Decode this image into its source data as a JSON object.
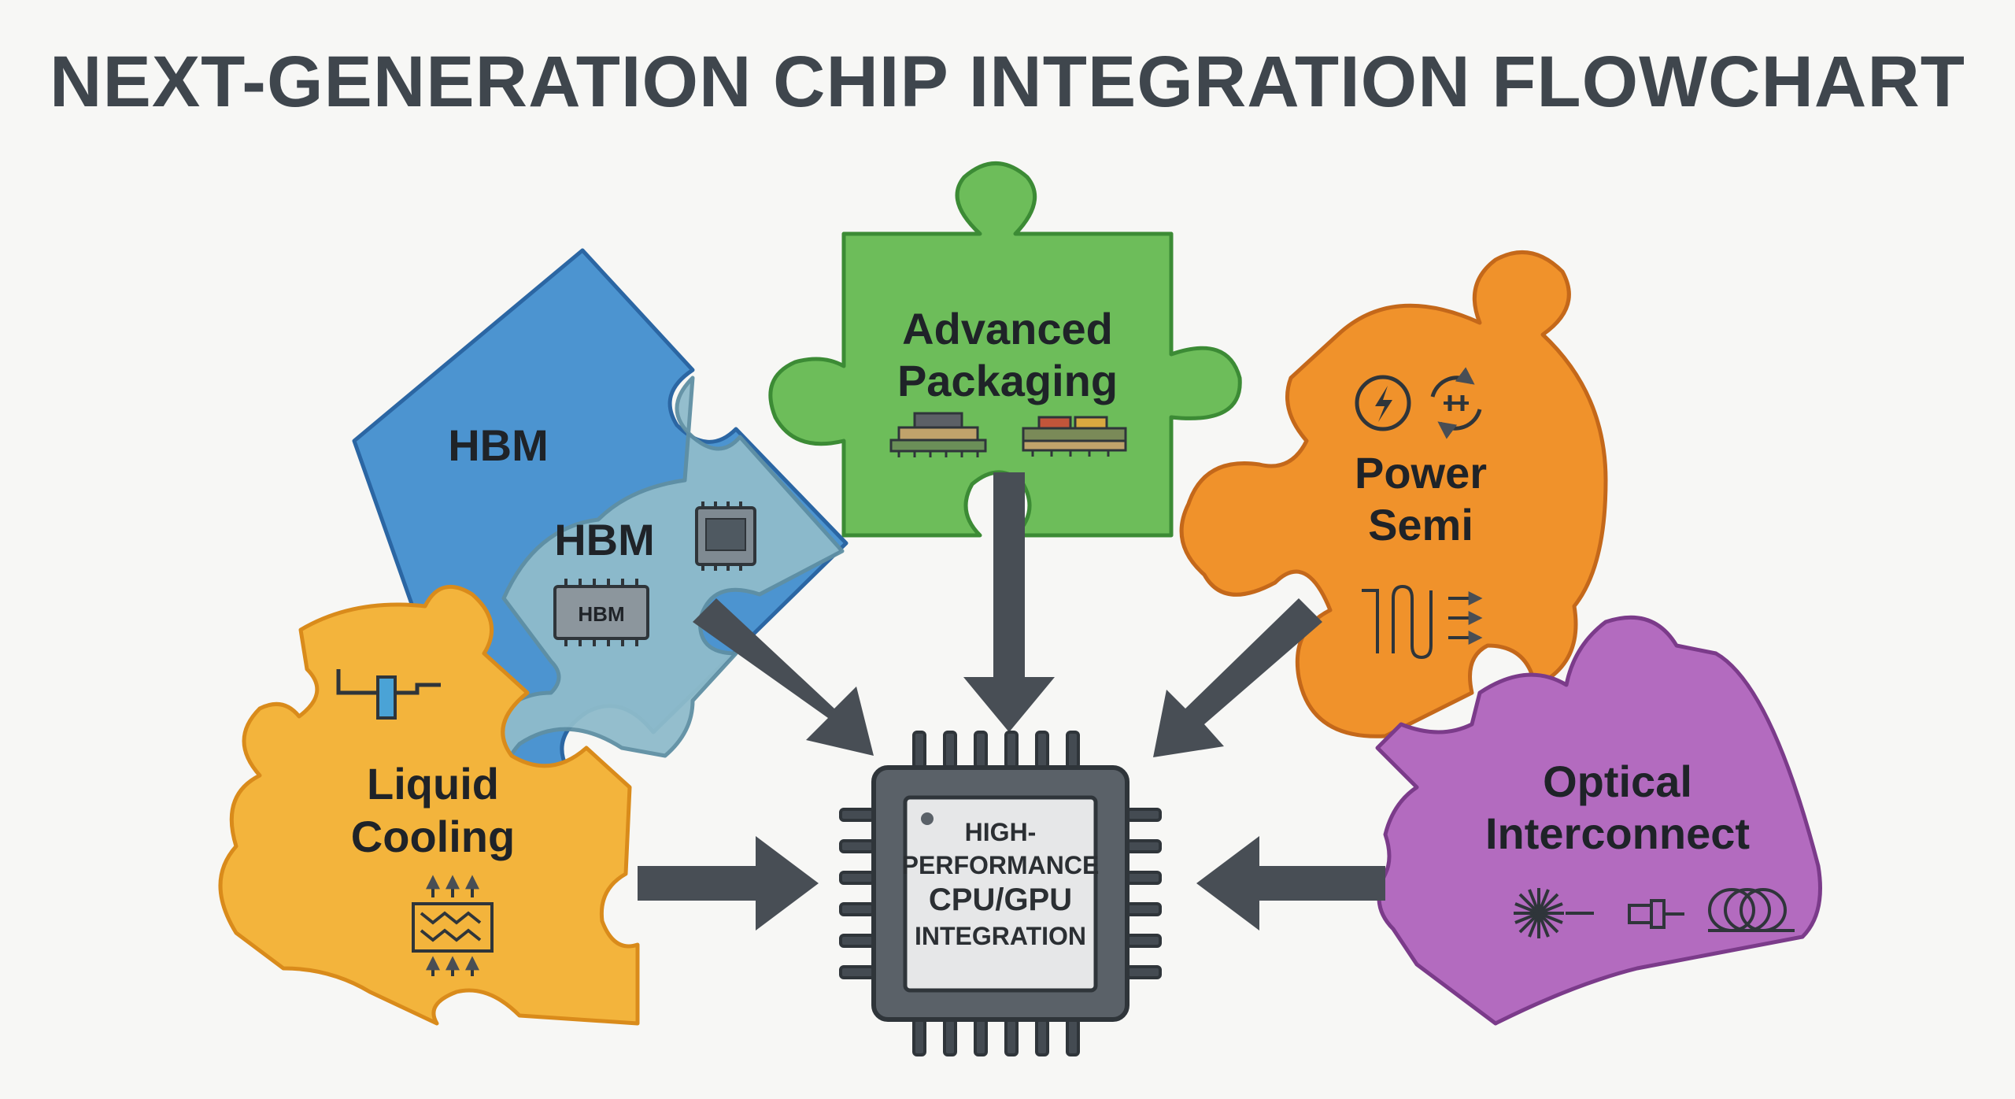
{
  "title": "NEXT-GENERATION CHIP INTEGRATION FLOWCHART",
  "pieces": {
    "hbm_main": {
      "label": "HBM",
      "color": "#4c94d0"
    },
    "hbm_stack": {
      "label": "HBM",
      "chip_label": "HBM",
      "color": "#8fbccb"
    },
    "advanced_packaging": {
      "label_line1": "Advanced",
      "label_line2": "Packaging",
      "color": "#6dbd5a"
    },
    "power_semi": {
      "label_line1": "Power",
      "label_line2": "Semi",
      "color": "#f0922b"
    },
    "liquid_cooling": {
      "label_line1": "Liquid",
      "label_line2": "Cooling",
      "color": "#f3b43c"
    },
    "optical_interconnect": {
      "label_line1": "Optical",
      "label_line2": "Interconnect",
      "color": "#b36bbf"
    }
  },
  "center_chip": {
    "line1": "HIGH-",
    "line2": "PERFORMANCE",
    "line3": "CPU/GPU",
    "line4": "INTEGRATION"
  },
  "icons": [
    "memory-chip-icon",
    "package-substrate-icon",
    "lightning-icon",
    "power-conversion-icon",
    "heat-flow-icon",
    "pipe-icon",
    "heat-exchanger-icon",
    "laser-icon",
    "fiber-connector-icon",
    "fiber-coil-icon"
  ],
  "arrow_color": "#484e55"
}
